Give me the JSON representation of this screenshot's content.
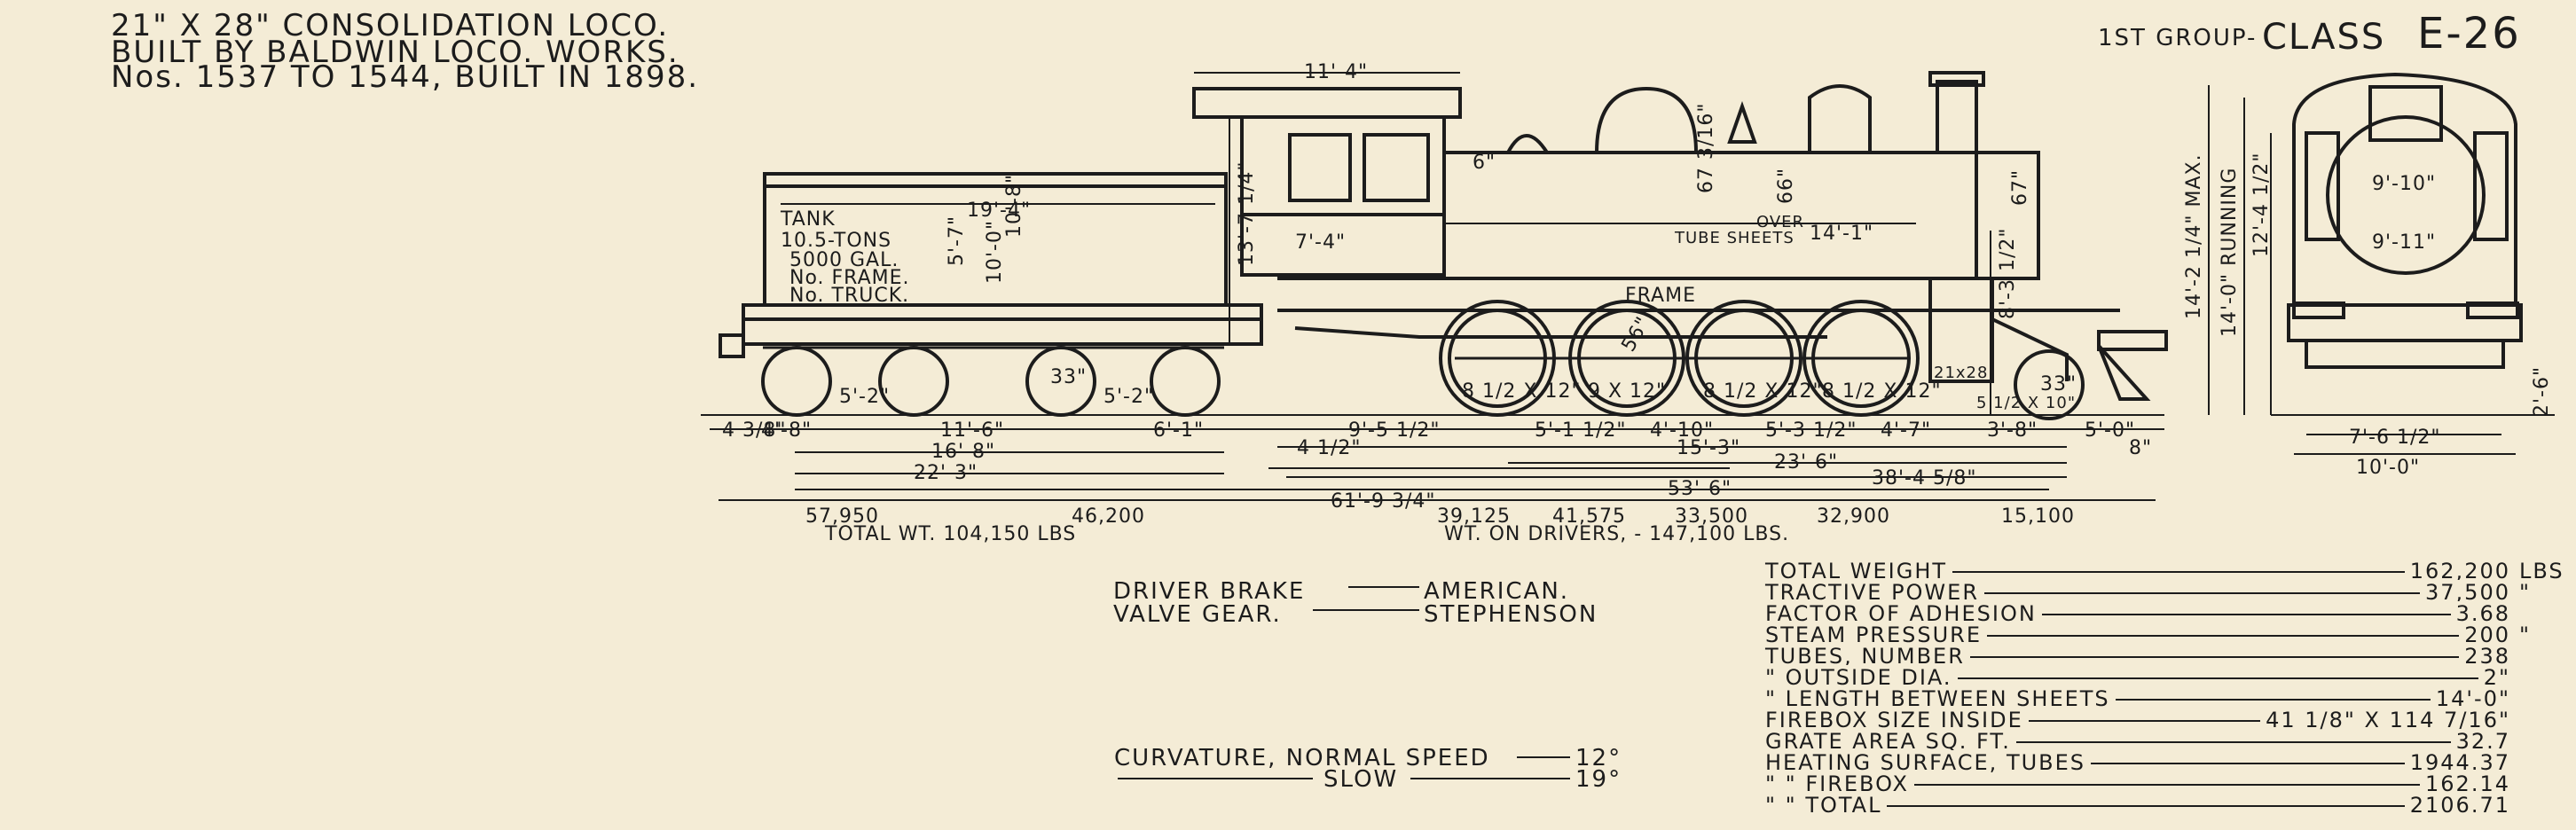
{
  "header": {
    "line1": "21\" X 28\" CONSOLIDATION LOCO.",
    "line2": "BUILT BY BALDWIN LOCO. WORKS.",
    "line3": "Nos. 1537 TO 1544, BUILT IN 1898.",
    "group": "1ST GROUP-",
    "class_label": "CLASS",
    "class_id": "E-26"
  },
  "tender_labels": {
    "tank": "TANK",
    "tons": "10.5-TONS",
    "gal": "5000 GAL.",
    "frame": "No.  FRAME.",
    "truck": "No.  TRUCK."
  },
  "dimensions": {
    "cab_width": "11'-4\"",
    "tender_top": "19'-4\"",
    "tender_h1": "5'-7\"",
    "tender_h2": "10'-0\"",
    "tender_h3": "10'-8\"",
    "cab_h": "13'-7 1/4\"",
    "cab_inner": "7'-4\"",
    "dome_off": "6\"",
    "dome_h": "67 3/16\"",
    "boiler_d": "66\"",
    "smoke_h": "67\"",
    "over_tube": "OVER",
    "tube_sheets": "TUBE SHEETS",
    "tube_len": "14'-1\"",
    "frame_label": "FRAME",
    "cyl_h": "8'-3 1/2\"",
    "cyl": "21x28",
    "max_h": "14'-2 1/4\" MAX.",
    "running_h": "14'-0\" RUNNING",
    "front_h": "12'-4 1/2\"",
    "front_w1": "9'-10\"",
    "front_w2": "9'-11\"",
    "front_small": "2'-6\"",
    "front_gauge": "7'-6 1/2\"",
    "front_total": "10'-0\"",
    "drv_d": "56\"",
    "tender_wheel": "33\"",
    "truck_wheel": "33\"",
    "axle1": "8 1/2 X 12\"",
    "axle2": "9 X 12\"",
    "axle3": "8 1/2 X 12\"",
    "axle4": "8 1/2 X 12\"",
    "truck_axle": "5 1/2 X 10\"",
    "d_a": "4'-8\"",
    "d_b": "5'-2\"",
    "d_c": "11'-6\"",
    "d_d": "5'-2\"",
    "d_e": "6'-1\"",
    "d_f": "16'-8\"",
    "d_g": "22'-3\"",
    "d_h": "4 1/2\"",
    "d_i": "9'-5 1/2\"",
    "d_j": "5'-1 1/2\"",
    "d_k": "4'-10\"",
    "d_l": "5'-3 1/2\"",
    "d_m": "4'-7\"",
    "d_n": "3'-8\"",
    "d_o": "5'-0\"",
    "d_p": "15'-3\"",
    "d_q": "23'-6\"",
    "d_r": "38'-4 5/8\"",
    "d_s": "53'-6\"",
    "d_t": "61'-9 3/4\"",
    "d_u": "4 3/8\"",
    "d_v": "8\""
  },
  "weights": {
    "tender_front": "57,950",
    "tender_rear": "46,200",
    "tender_total": "TOTAL WT. 104,150 LBS",
    "drv1": "39,125",
    "drv2": "41,575",
    "drv3": "33,500",
    "drv4": "32,900",
    "truck": "15,100",
    "drivers_total": "WT. ON DRIVERS, - 147,100 LBS."
  },
  "equipment": {
    "brake_label": "DRIVER BRAKE",
    "brake_value": "AMERICAN.",
    "valve_label": "VALVE GEAR.",
    "valve_value": "STEPHENSON"
  },
  "curvature": {
    "label": "CURVATURE, NORMAL SPEED",
    "normal": "12°",
    "slow_label": "SLOW",
    "slow": "19°"
  },
  "specs": [
    {
      "label": "TOTAL WEIGHT",
      "value": "162,200",
      "unit": "LBS"
    },
    {
      "label": "TRACTIVE POWER",
      "value": "37,500",
      "unit": "\""
    },
    {
      "label": "FACTOR OF ADHESION",
      "value": "3.68",
      "unit": ""
    },
    {
      "label": "STEAM PRESSURE",
      "value": "200",
      "unit": "\""
    },
    {
      "label": "TUBES, NUMBER",
      "value": "238",
      "unit": ""
    },
    {
      "label": "   \" OUTSIDE DIA.",
      "value": "2\"",
      "unit": ""
    },
    {
      "label": "   \" LENGTH BETWEEN SHEETS",
      "value": "14'-0\"",
      "unit": ""
    },
    {
      "label": "FIREBOX SIZE INSIDE",
      "value": "41 1/8\" X 114 7/16\"",
      "unit": ""
    },
    {
      "label": "GRATE AREA           SQ. FT.",
      "value": "32.7",
      "unit": ""
    },
    {
      "label": "HEATING SURFACE, TUBES",
      "value": "1944.37",
      "unit": ""
    },
    {
      "label": "   \"      \" FIREBOX",
      "value": "162.14",
      "unit": ""
    },
    {
      "label": "   \"      \" TOTAL",
      "value": "2106.71",
      "unit": ""
    }
  ]
}
